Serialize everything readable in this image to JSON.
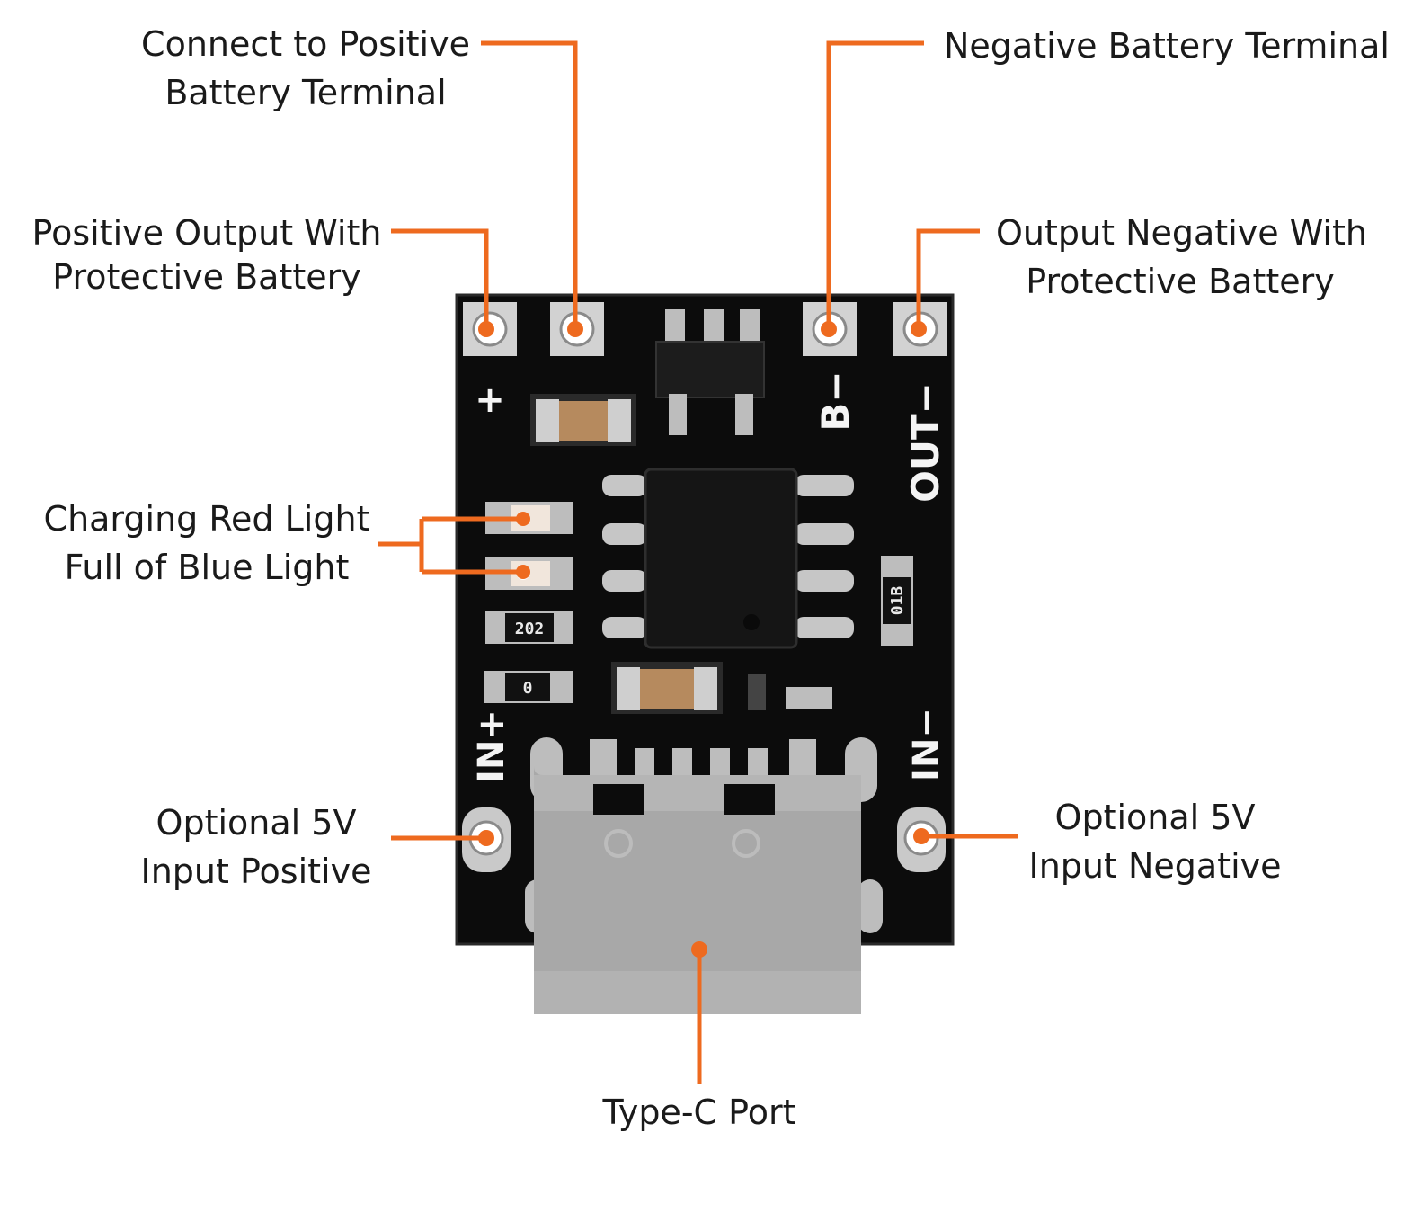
{
  "callouts": {
    "positive_battery": [
      "Connect to Positive",
      "Battery Terminal"
    ],
    "negative_battery": [
      "Negative Battery Terminal"
    ],
    "positive_output": [
      "Positive Output With",
      "Protective Battery"
    ],
    "negative_output": [
      "Output Negative With",
      "Protective Battery"
    ],
    "leds": [
      "Charging Red Light",
      "Full of Blue Light"
    ],
    "input_positive": [
      "Optional 5V",
      "Input Positive"
    ],
    "input_negative": [
      "Optional 5V",
      "Input Negative"
    ],
    "usb_port": [
      "Type-C Port"
    ]
  },
  "silkscreen": {
    "plus": "+",
    "b_minus": "B−",
    "out_minus": "OUT−",
    "in_plus": "IN+",
    "in_minus": "IN−"
  },
  "smd_codes": {
    "r1": "202",
    "r2": "0",
    "r3": "01B"
  },
  "colors": {
    "leader": "#ee6a1f",
    "pcb": "#0c0c0c",
    "pad": "#c9c9c9",
    "usb_shell": "#a9a9a9"
  }
}
